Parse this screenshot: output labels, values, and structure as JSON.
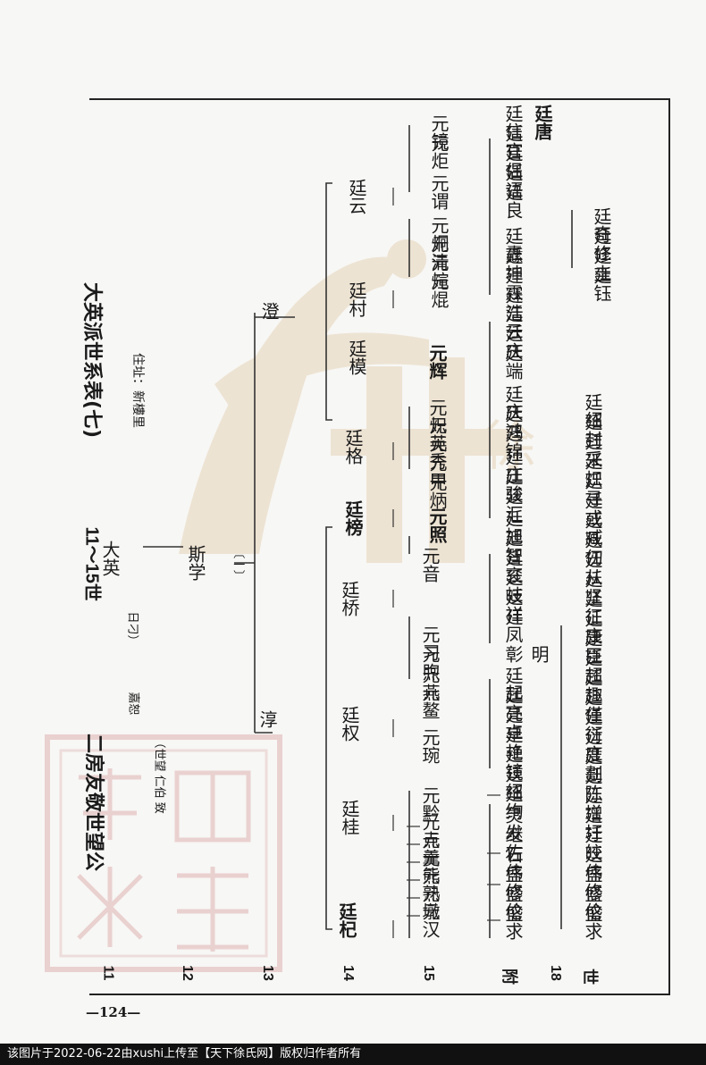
{
  "header": {
    "branch_title": "二房友敬世望公",
    "generation_range": "11～15世",
    "table_title": "大英派世系表(七)"
  },
  "address": "住址：新樓里",
  "gen_labels": [
    "11",
    "12",
    "13",
    "14",
    "15",
    "附",
    "18",
    "世"
  ],
  "root": {
    "name": "大英",
    "note_a": "（世望 仁伯 致",
    "note_b": "嘉恕",
    "note_c": "日刁）",
    "child": "斯学",
    "child_mark": "〔一〕"
  },
  "gen13": [
    "淳",
    "澄"
  ],
  "gen14": [
    "廷杞",
    "廷桂",
    "廷权",
    "廷桥",
    "廷榜",
    "廷格",
    "廷模",
    "廷村",
    "廷云"
  ],
  "gen15": [
    "元汉",
    "元墩",
    "元熟",
    "元熊",
    "元羹",
    "元点",
    "元黔",
    "元琬",
    "元鳌",
    "元燕",
    "元煦",
    "元习",
    "元音",
    "元照",
    "元炳",
    "元甲",
    "元秀",
    "元英",
    "元炽",
    "元辉",
    "元焜",
    "元煊",
    "元清",
    "元炯",
    "元谓",
    "元炬",
    "元镜"
  ],
  "appendix": [
    "盛求",
    "盛伦",
    "盛修",
    "石伟",
    "继佐",
    "灵发",
    "廷绚",
    "廷绍",
    "廷镜",
    "廷艳",
    "廷卓",
    "廷亮",
    "廷起",
    "彰",
    "明",
    "廷凤",
    "廷祥",
    "廷岐",
    "廷衮",
    "廷智",
    "廷旭",
    "廷汇",
    "廷骏",
    "廷庄",
    "廷锦",
    "廷鸿",
    "廷庆",
    "廷端",
    "廷庆",
    "廷云",
    "廷浩",
    "廷霖",
    "廷坤",
    "廷纛",
    "廷良",
    "廷语",
    "廷侣",
    "廷官",
    "廷信",
    "廷唐"
  ],
  "gen18": [
    "盛求",
    "盛伦",
    "盛修",
    "廷伟",
    "廷皎",
    "廷圩",
    "廷增",
    "廷陈",
    "廷劃",
    "廷度",
    "廷衍",
    "廷僅",
    "廷趣",
    "廷超",
    "廷臣",
    "廷康",
    "廷征",
    "廷坚",
    "廷从",
    "廷仞",
    "廷臧",
    "廷或",
    "廷寻",
    "廷炽",
    "廷采",
    "廷封",
    "廷绍",
    "廷钰",
    "廷圭",
    "廷修",
    "廷奇"
  ],
  "page_number": "—124—",
  "footer": "该图片于2022-06-22由xushi上传至【天下徐氏网】版权归作者所有",
  "watermark_text": "徐"
}
